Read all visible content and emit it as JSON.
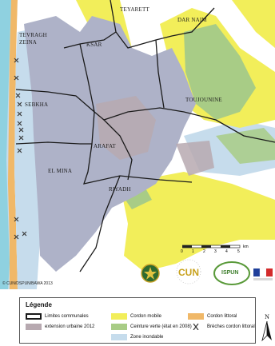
{
  "map": {
    "labels": {
      "teyarett": "TEYARETT",
      "dar_naim": "DAR NAIM",
      "tevragh_zeina_line1": "TEVRAGH",
      "tevragh_zeina_line2": "ZEINA",
      "ksar": "KSAR",
      "toujounine": "TOUJOUNINE",
      "sebkha": "SEBKHA",
      "arafat": "ARAFAT",
      "el_mina": "EL MINA",
      "riyadh": "RIYADH"
    },
    "credit": "© CUN/DSPUN/BAWA 2013",
    "scale": {
      "ticks": [
        "0",
        "1",
        "2",
        "3",
        "4",
        "5"
      ],
      "unit": "km"
    },
    "logos": {
      "cun_text": "CUN",
      "ispun_text": "ISPUN"
    },
    "colors": {
      "sea": "#8fd1e0",
      "floodable": "#c6dcec",
      "urban": "#aeb2c8",
      "mobile_dune": "#f2ee5a",
      "green_belt": "#a8cc86",
      "coastal_dune": "#f0b868",
      "boundary": "#1a1a1a",
      "breach": "#333333"
    }
  },
  "legend": {
    "title": "Légende",
    "items": [
      {
        "label": "Limites communales",
        "color": "#ffffff",
        "style": "outline"
      },
      {
        "label": "Cordon mobile",
        "color": "#f2ee5a",
        "style": "fill"
      },
      {
        "label": "Cordon littoral",
        "color": "#f0b868",
        "style": "fill"
      },
      {
        "label": "extension urbaine 2012",
        "color": "#b7a9b0",
        "style": "fill"
      },
      {
        "label": "Ceinture verte (état en 2008)",
        "color": "#a8cc86",
        "style": "fill"
      },
      {
        "label": "Brèches cordon littoral",
        "color": "#333333",
        "style": "cross"
      },
      {
        "label": "Zone inondable",
        "color": "#c6dcec",
        "style": "fill"
      }
    ],
    "north": "N"
  }
}
